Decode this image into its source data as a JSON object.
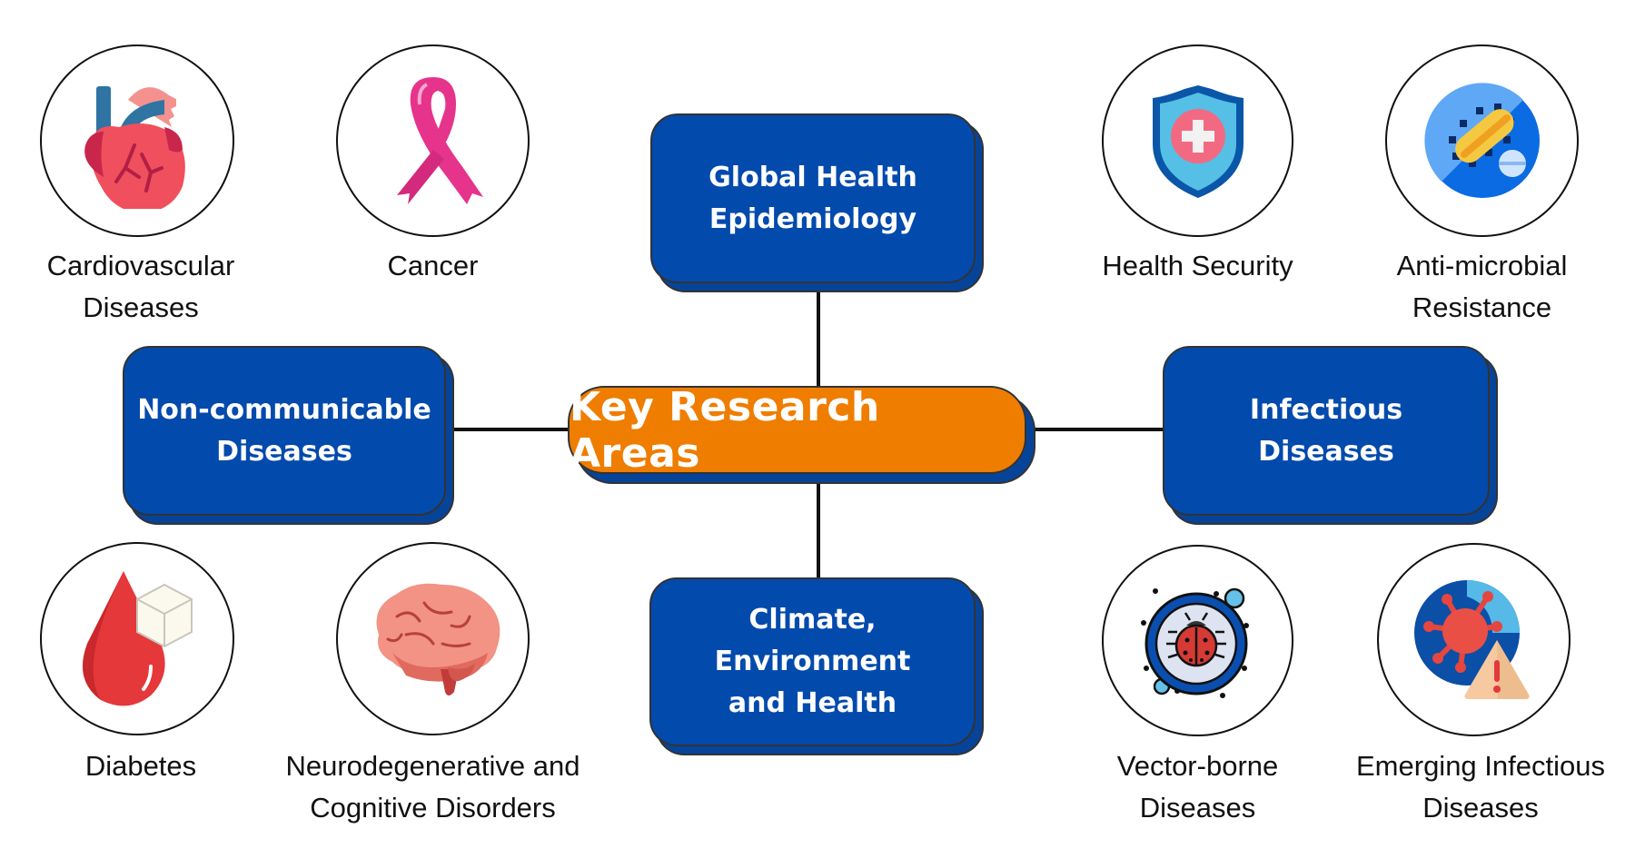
{
  "center": {
    "label": "Key Research Areas",
    "color": "#ef7d00"
  },
  "categories": {
    "top": {
      "label": "Global Health\nEpidemiology"
    },
    "left": {
      "label": "Non-communicable\nDiseases"
    },
    "right": {
      "label": "Infectious\nDiseases"
    },
    "bottom": {
      "label": "Climate,\nEnvironment\nand Health"
    },
    "box_color": "#034aad"
  },
  "topics": {
    "cardiovascular": {
      "label": "Cardiovascular\nDiseases",
      "icon": "heart-icon"
    },
    "cancer": {
      "label": "Cancer",
      "icon": "ribbon-icon"
    },
    "health_security": {
      "label": "Health Security",
      "icon": "shield-cross-icon"
    },
    "amr": {
      "label": "Anti-microbial\nResistance",
      "icon": "bacteria-pill-icon"
    },
    "diabetes": {
      "label": "Diabetes",
      "icon": "blood-drop-sugar-icon"
    },
    "neuro": {
      "label": "Neurodegenerative and\nCognitive Disorders",
      "icon": "brain-icon"
    },
    "vector": {
      "label": "Vector-borne\nDiseases",
      "icon": "ladybug-icon"
    },
    "emerging": {
      "label": "Emerging Infectious\nDiseases",
      "icon": "virus-warning-icon"
    }
  }
}
